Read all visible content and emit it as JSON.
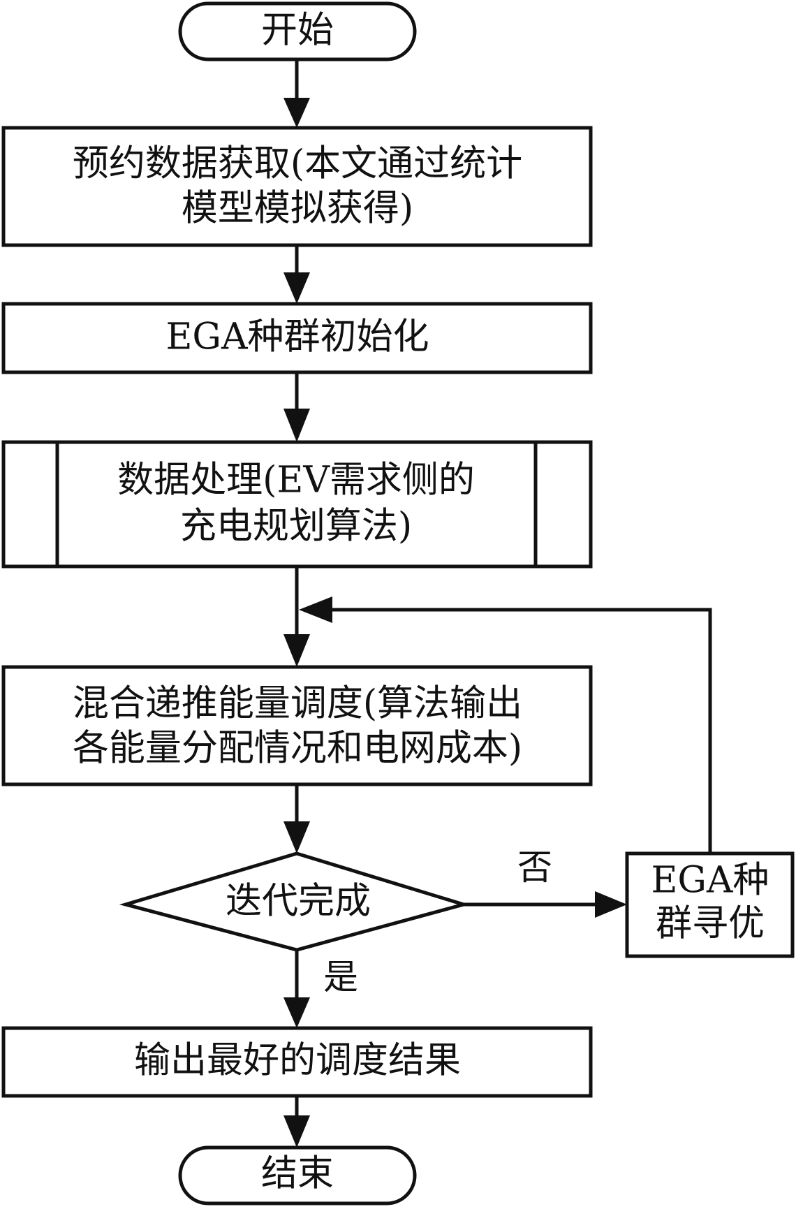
{
  "diagram": {
    "type": "flowchart",
    "nodes": {
      "start": {
        "label": "开始"
      },
      "get_data": {
        "lines": [
          "预约数据获取(本文通过统计",
          "模型模拟获得)"
        ]
      },
      "init": {
        "label": "EGA种群初始化"
      },
      "process": {
        "lines": [
          "数据处理(EV需求侧的",
          "充电规划算法)"
        ]
      },
      "dispatch": {
        "lines": [
          "混合递推能量调度(算法输出",
          "各能量分配情况和电网成本)"
        ]
      },
      "decision": {
        "label": "迭代完成"
      },
      "optimize": {
        "lines": [
          "EGA种",
          "群寻优"
        ]
      },
      "output": {
        "label": "输出最好的调度结果"
      },
      "end": {
        "label": "结束"
      }
    },
    "edges": {
      "no_label": "否",
      "yes_label": "是"
    }
  }
}
